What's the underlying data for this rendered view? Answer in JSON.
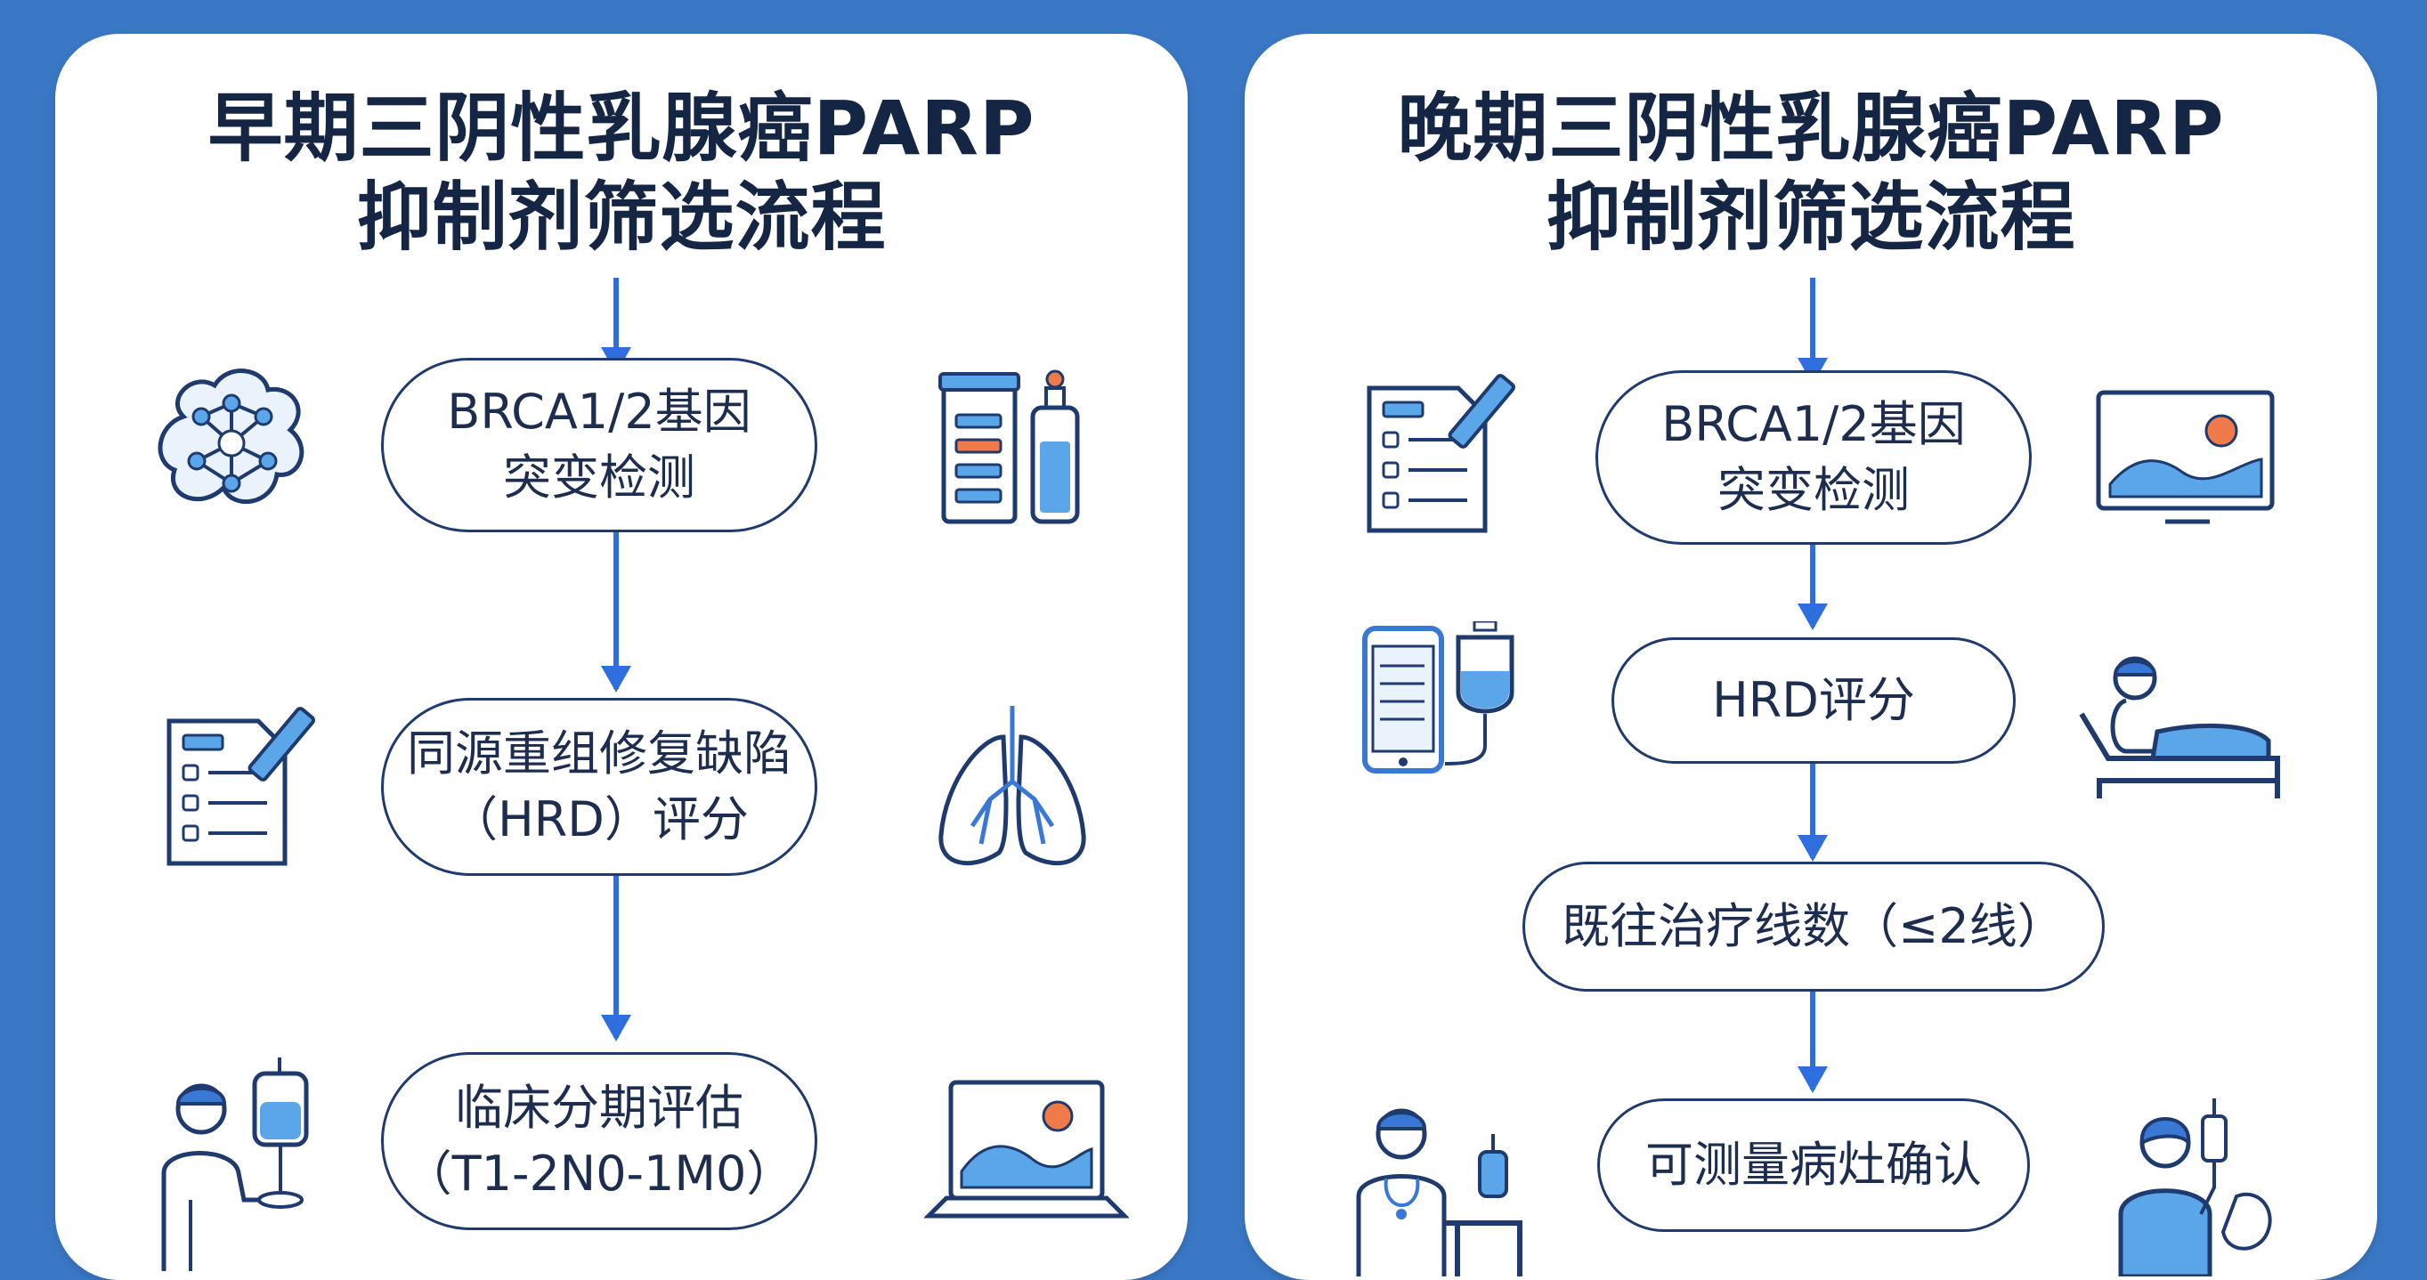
{
  "left_panel": {
    "title_line1": "早期三阴性乳腺癌PARP",
    "title_line2": "抑制剂筛选流程",
    "steps": [
      {
        "line1": "BRCA1/2基因",
        "line2": "突变检测"
      },
      {
        "line1": "同源重组修复缺陷",
        "line2": "（HRD）评分"
      },
      {
        "line1": "临床分期评估",
        "line2": "（T1-2N0-1M0）"
      }
    ],
    "icons": [
      "brain-network-icon",
      "test-tubes-bottle-icon",
      "clipboard-checklist-icon",
      "lungs-icon",
      "doctor-iv-bag-icon",
      "laptop-image-icon"
    ]
  },
  "right_panel": {
    "title_line1": "晚期三阴性乳腺癌PARP",
    "title_line2": "抑制剂筛选流程",
    "steps": [
      {
        "line1": "BRCA1/2基因",
        "line2": "突变检测"
      },
      {
        "line1": "HRD评分"
      },
      {
        "line1": "既往治疗线数（≤2线）"
      },
      {
        "line1": "可测量病灶确认"
      }
    ],
    "icons": [
      "clipboard-checklist-icon",
      "monitor-image-icon",
      "smartphone-iv-icon",
      "patient-in-bed-icon",
      "doctor-iv-stand-icon",
      "patient-iv-icon"
    ]
  },
  "colors": {
    "background": "#3a78c6",
    "arrow": "#2f6ede",
    "node_border": "#1f3a6e",
    "title": "#152544",
    "icon_outline": "#1f3a6e",
    "icon_fill": "#5aa6e8",
    "accent_orange": "#f07a4a"
  }
}
